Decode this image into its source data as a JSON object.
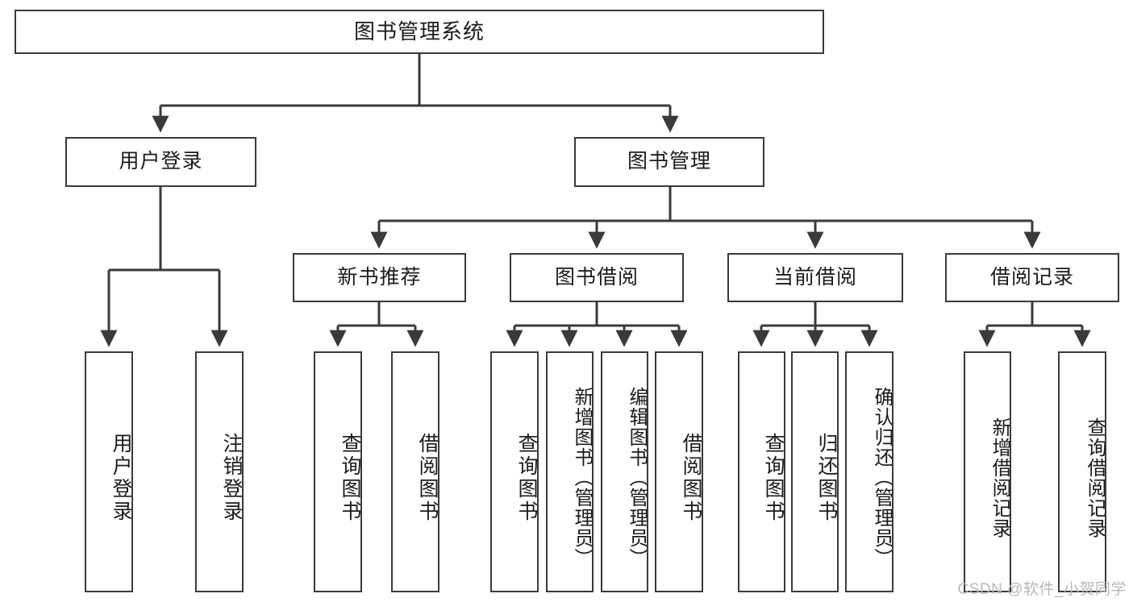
{
  "diagram": {
    "type": "tree-hierarchy",
    "title": "图书管理系统",
    "watermark": "CSDN @软件_小贺同学",
    "colors": {
      "box_border": "#3a3a3a",
      "box_fill": "#ffffff",
      "edge": "#3a3a3a",
      "text": "#1b1b1b",
      "watermark": "#b9b9b9",
      "background": "#ffffff"
    },
    "root": {
      "label": "图书管理系统"
    },
    "level2": [
      {
        "id": "user-login",
        "label": "用户登录"
      },
      {
        "id": "book-management",
        "label": "图书管理"
      }
    ],
    "level3": [
      {
        "id": "new-book-recommend",
        "label": "新书推荐"
      },
      {
        "id": "book-borrow",
        "label": "图书借阅"
      },
      {
        "id": "current-borrow",
        "label": "当前借阅"
      },
      {
        "id": "borrow-record",
        "label": "借阅记录"
      }
    ],
    "leaves": {
      "user-login": [
        {
          "id": "leaf-user-login",
          "label": "用户登录"
        },
        {
          "id": "leaf-logout",
          "label": "注销登录"
        }
      ],
      "new-book-recommend": [
        {
          "id": "leaf-query-book-1",
          "label": "查询图书"
        },
        {
          "id": "leaf-borrow-book-1",
          "label": "借阅图书"
        }
      ],
      "book-borrow": [
        {
          "id": "leaf-query-book-2",
          "label": "查询图书"
        },
        {
          "id": "leaf-add-book",
          "label": "新增图书（管理员）"
        },
        {
          "id": "leaf-edit-book",
          "label": "编辑图书（管理员）"
        },
        {
          "id": "leaf-borrow-book-2",
          "label": "借阅图书"
        }
      ],
      "current-borrow": [
        {
          "id": "leaf-query-book-3",
          "label": "查询图书"
        },
        {
          "id": "leaf-return-book",
          "label": "归还图书"
        },
        {
          "id": "leaf-confirm-return",
          "label": "确认归还（管理员）"
        }
      ],
      "borrow-record": [
        {
          "id": "leaf-add-record",
          "label": "新增借阅记录"
        },
        {
          "id": "leaf-query-record",
          "label": "查询借阅记录"
        }
      ]
    }
  }
}
